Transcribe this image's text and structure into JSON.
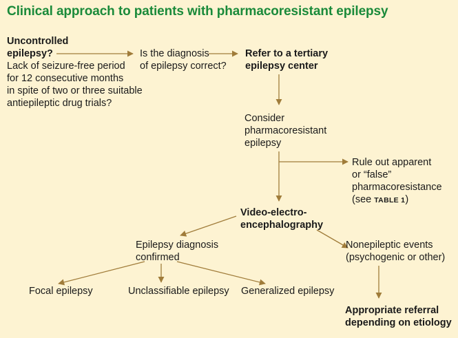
{
  "title": "Clinical approach to patients with pharmacoresistant epilepsy",
  "nodes": {
    "uncontrolled": {
      "heading_line1": "Uncontrolled",
      "heading_line2": "epilepsy?",
      "body": [
        "Lack of seizure-free period",
        "for 12 consecutive months",
        "in spite of two or three suitable",
        "antiepileptic drug trials?"
      ]
    },
    "diagnosis_question": [
      "Is the diagnosis",
      "of epilepsy correct?"
    ],
    "refer": [
      "Refer to a tertiary",
      "epilepsy center"
    ],
    "consider": [
      "Consider",
      "pharmacoresistant",
      "epilepsy"
    ],
    "rule_out": {
      "lines": [
        "Rule out apparent",
        "or “false”",
        "pharmacoresistance"
      ],
      "see_prefix": "(see ",
      "see_ref": "TABLE 1",
      "see_suffix": ")"
    },
    "veeg": [
      "Video-electro-",
      "encephalography"
    ],
    "confirmed": [
      "Epilepsy diagnosis",
      "confirmed"
    ],
    "nonepileptic": [
      "Nonepileptic events",
      "(psychogenic or other)"
    ],
    "focal": "Focal epilepsy",
    "unclassifiable": "Unclassifiable epilepsy",
    "generalized": "Generalized epilepsy",
    "referral": [
      "Appropriate referral",
      "depending on etiology"
    ]
  },
  "colors": {
    "background": "#fdf3d2",
    "title": "#1a8a3a",
    "arrow": "#a07c3a",
    "text": "#1a1a1a"
  }
}
